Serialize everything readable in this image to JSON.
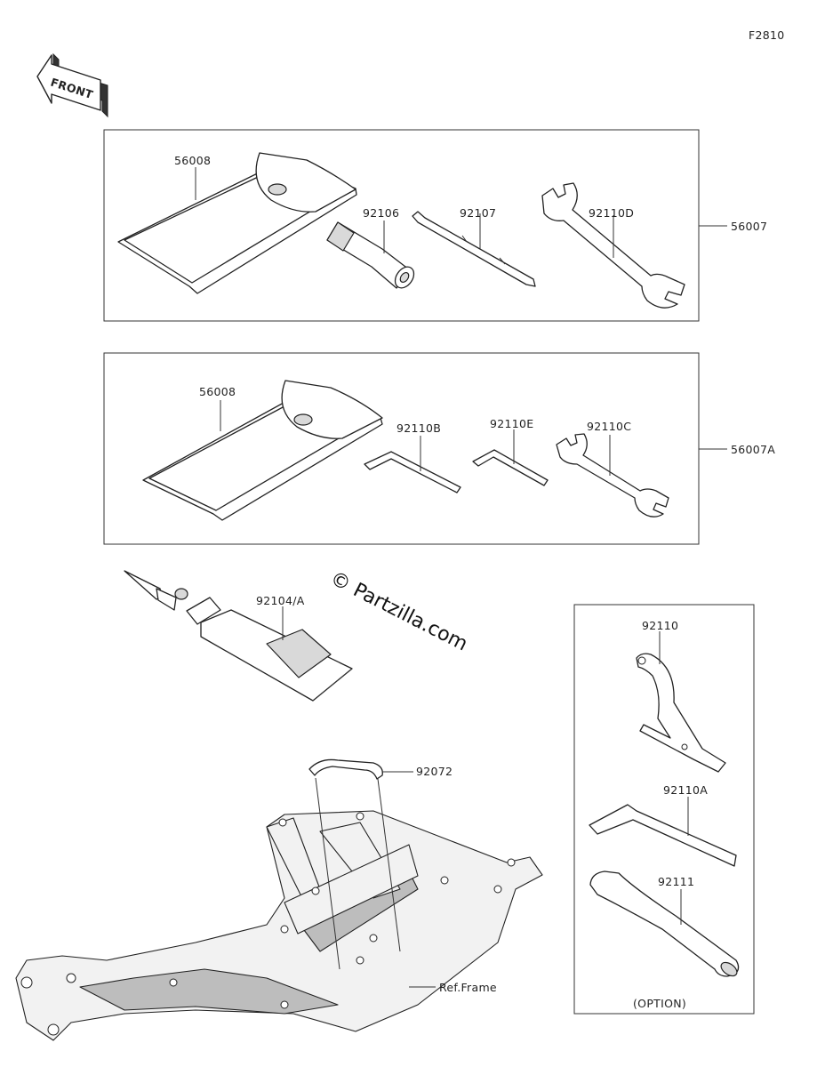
{
  "figure_code": "F2810",
  "front_label": "FRONT",
  "watermark": "© Partzilla.com",
  "kit1": {
    "assembly": "56007",
    "parts": {
      "case": "56008",
      "p1": "92106",
      "p2": "92107",
      "p3": "92110D"
    }
  },
  "kit2": {
    "assembly": "56007A",
    "parts": {
      "case": "56008",
      "p1": "92110B",
      "p2": "92110E",
      "p3": "92110C"
    }
  },
  "grease": "92104/A",
  "strap": "92072",
  "ref_frame": "Ref.Frame",
  "option_box": {
    "parts": {
      "p1": "92110",
      "p2": "92110A",
      "p3": "92111"
    },
    "caption": "(OPTION)"
  }
}
